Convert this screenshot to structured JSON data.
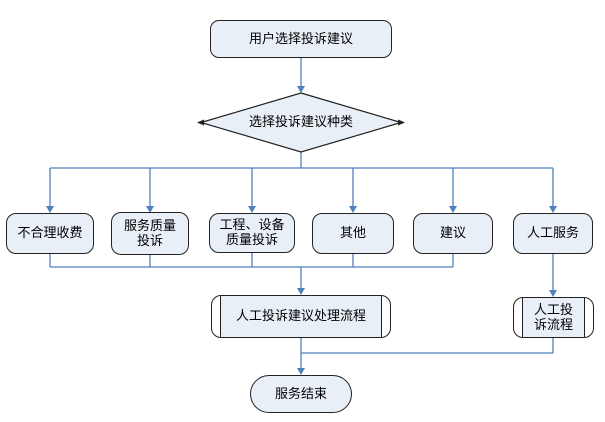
{
  "flowchart": {
    "nodes": {
      "start": {
        "label": "用户选择投诉建议",
        "type": "terminator"
      },
      "decision": {
        "label": "选择投诉建议种类",
        "type": "decision"
      },
      "branch_unreasonable_fee": {
        "label": "不合理收费",
        "type": "process"
      },
      "branch_service_quality": {
        "label": "服务质量\n投诉",
        "type": "process"
      },
      "branch_engineering_equipment": {
        "label": "工程、设备\n质量投诉",
        "type": "process"
      },
      "branch_other": {
        "label": "其他",
        "type": "process"
      },
      "branch_suggestion": {
        "label": "建议",
        "type": "process"
      },
      "branch_manual_service": {
        "label": "人工服务",
        "type": "process"
      },
      "process_manual_complaint_suggestion": {
        "label": "人工投诉建议处理流程",
        "type": "predefined-process"
      },
      "process_manual_complaint": {
        "label": "人工投\n诉流程",
        "type": "predefined-process"
      },
      "end": {
        "label": "服务结束",
        "type": "terminator"
      }
    },
    "colors": {
      "node_fill": "#e9eff7",
      "node_border": "#222222",
      "connector_color": "#4f81bd",
      "text_color": "#000000",
      "bg_color": "#ffffff"
    }
  }
}
